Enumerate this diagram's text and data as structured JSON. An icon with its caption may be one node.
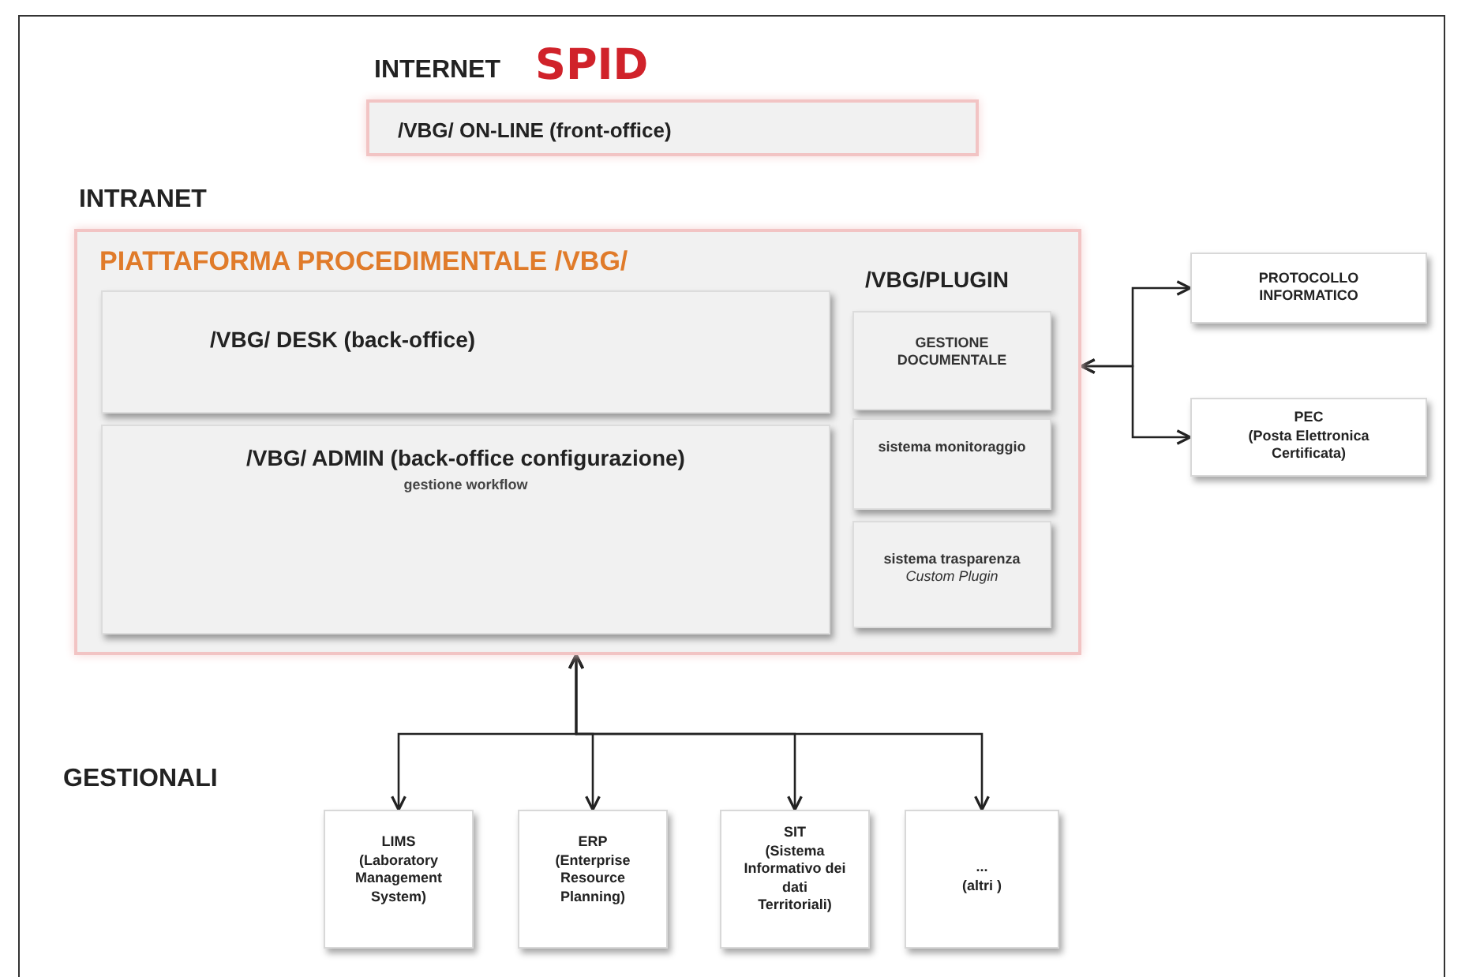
{
  "diagram": {
    "nodes": [
      {
        "text": [
          "/VBG/ ON-LINE (front-office)"
        ]
      },
      {
        "text": [
          "PIATTAFORMA PROCEDIMENTALE /VBG/",
          "/VBG/PLUGIN"
        ]
      },
      {
        "text": [
          "/VBG/ DESK (back-office)"
        ],
        "in": 1
      },
      {
        "text": [
          "/VBG/ ADMIN (back-office configurazione)",
          "gestione workflow"
        ],
        "in": 1
      },
      {
        "text": [
          "GESTIONE DOCUMENTALE"
        ],
        "in": 1
      },
      {
        "text": [
          "sistema monitoraggio"
        ],
        "in": 1
      },
      {
        "text": [
          "sistema trasparenza",
          "Custom Plugin"
        ],
        "in": 1
      },
      {
        "text": [
          "PROTOCOLLO INFORMATICO"
        ]
      },
      {
        "text": [
          "PEC",
          "(Posta Elettronica Certificata)"
        ]
      },
      {
        "text": [
          "LIMS",
          "(Laboratory Management System)"
        ]
      },
      {
        "text": [
          "ERP",
          "(Enterprise Resource Planning)"
        ]
      },
      {
        "text": [
          "SIT",
          "(Sistema Informativo dei dati Territoriali)"
        ]
      },
      {
        "text": [
          "...",
          "(altri )"
        ]
      }
    ],
    "edges": [
      {
        "from": 1,
        "to": 7,
        "arrow": "both"
      },
      {
        "from": 1,
        "to": 8,
        "arrow": "both"
      },
      {
        "from": 1,
        "to": 9,
        "arrow": "both"
      },
      {
        "from": 1,
        "to": 10,
        "arrow": "both"
      },
      {
        "from": 1,
        "to": 11,
        "arrow": "both"
      },
      {
        "from": 1,
        "to": 12,
        "arrow": "both"
      }
    ],
    "labels": [
      "INTERNET",
      "SPID",
      "INTRANET",
      "GESTIONALI"
    ]
  }
}
